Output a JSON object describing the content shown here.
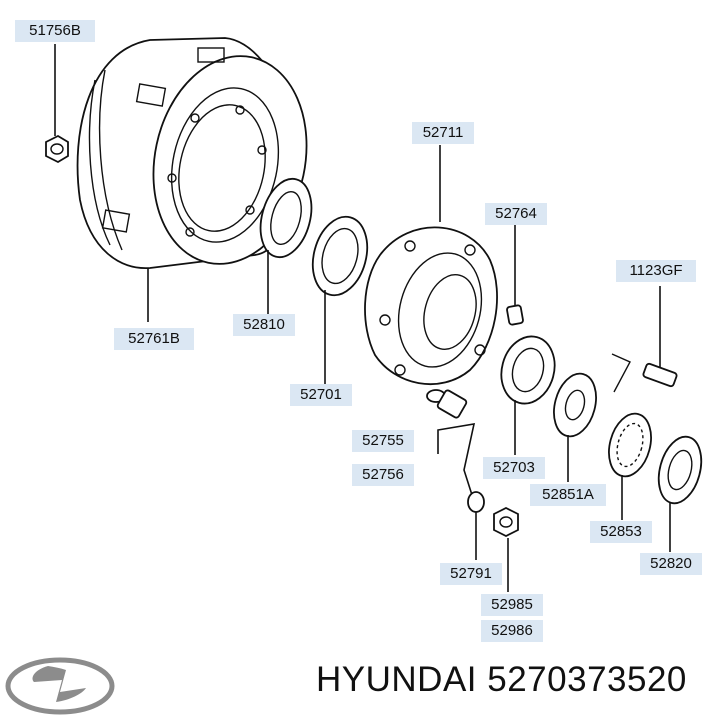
{
  "parts": {
    "p51756b": "51756B",
    "p52761b": "52761B",
    "p52810": "52810",
    "p52711": "52711",
    "p52764": "52764",
    "p1123gf": "1123GF",
    "p52701": "52701",
    "p52755": "52755",
    "p52756": "52756",
    "p52703": "52703",
    "p52851a": "52851A",
    "p52853": "52853",
    "p52820": "52820",
    "p52791": "52791",
    "p52985": "52985",
    "p52986": "52986"
  },
  "brand_text": "HYUNDAI 5270373520",
  "colors": {
    "label_bg": "#dbe7f3",
    "line": "#111111",
    "background": "#ffffff"
  },
  "icons": {
    "logo": "hyundai-logo-icon"
  }
}
